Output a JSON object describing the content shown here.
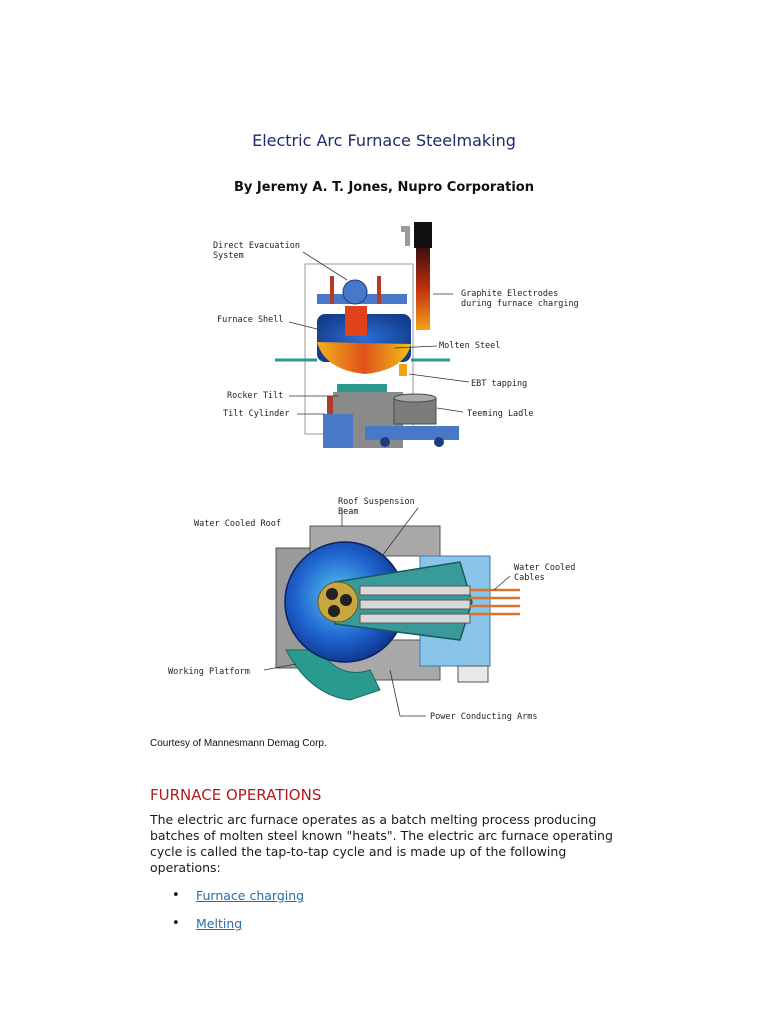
{
  "document": {
    "title": "Electric Arc Furnace Steelmaking",
    "byline": "By Jeremy A. T. Jones, Nupro Corporation"
  },
  "figure1": {
    "labels": {
      "direct_evacuation_1": "Direct Evacuation",
      "direct_evacuation_2": "System",
      "graphite_1": "Graphite Electrodes",
      "graphite_2": "during furnace charging",
      "furnace_shell": "Furnace Shell",
      "molten_steel": "Molten Steel",
      "ebt_tapping": "EBT tapping",
      "rocker_tilt": "Rocker Tilt",
      "tilt_cylinder": "Tilt Cylinder",
      "teeming_ladle": "Teeming Ladle"
    }
  },
  "figure2": {
    "labels": {
      "roof_suspension_1": "Roof Suspension",
      "roof_suspension_2": "Beam",
      "water_cooled_roof": "Water Cooled Roof",
      "water_cooled_cables_1": "Water Cooled",
      "water_cooled_cables_2": "Cables",
      "working_platform": "Working Platform",
      "power_conducting_arms": "Power Conducting Arms"
    }
  },
  "caption": "Courtesy of Mannesmann Demag Corp.",
  "section": {
    "heading": "FURNACE OPERATIONS",
    "paragraph": "The electric arc furnace operates as a batch melting process producing batches of molten steel known \"heats\". The electric arc furnace operating cycle is called the tap-to-tap cycle and is made up of the following operations:",
    "operations": [
      {
        "bullet": "•",
        "label": "Furnace charging"
      },
      {
        "bullet": "•",
        "label": "Melting"
      }
    ]
  }
}
